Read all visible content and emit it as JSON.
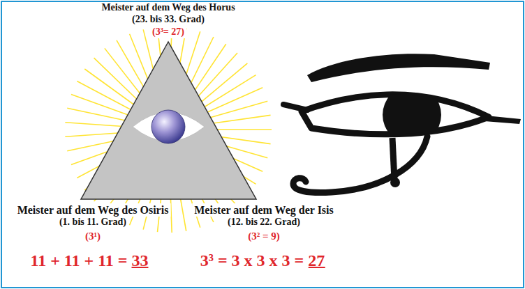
{
  "diagram": {
    "labels": [
      "Meister auf dem Weg des Horus",
      "(23. bis 33. Grad)",
      "(3³= 27)",
      "Meister auf dem Weg des Osiris",
      "(1. bis 11. Grad)",
      "(3¹)",
      "Meister auf dem Weg der Isis",
      "(12. bis 22. Grad)",
      "(3² = 9)",
      "11 + 11 + 11 = 33",
      "3³ = 3 x 3 x 3 = 27"
    ]
  }
}
